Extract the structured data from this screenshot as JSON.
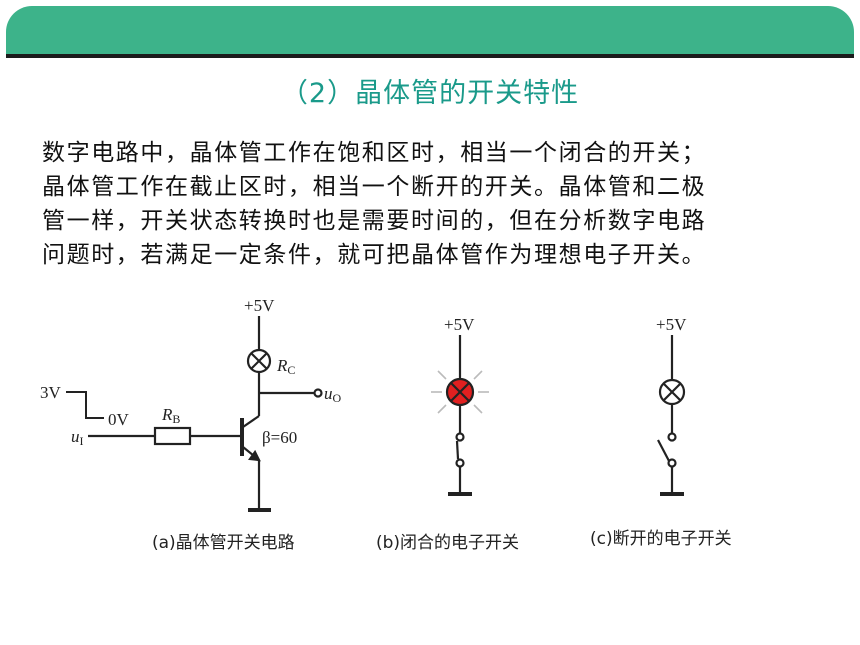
{
  "title": "（2）晶体管的开关特性",
  "paragraph_lines": [
    "数字电路中，晶体管工作在饱和区时，相当一个闭合的开关；",
    "晶体管工作在截止区时，相当一个断开的开关。晶体管和二极",
    "管一样，开关状态转换时也是需要时间的，但在分析数字电路",
    "问题时，若满足一定条件，就可把晶体管作为理想电子开关。"
  ],
  "figure_a": {
    "vcc": "+5V",
    "rc_main": "R",
    "rc_sub": "C",
    "output_main": "u",
    "output_sub": "O",
    "input_high": "3V",
    "input_low": "0V",
    "input_main": "u",
    "input_sub": "I",
    "rb_main": "R",
    "rb_sub": "B",
    "beta": "β=60",
    "caption": "(a)晶体管开关电路"
  },
  "figure_b": {
    "vcc": "+5V",
    "caption": "(b)闭合的电子开关"
  },
  "figure_c": {
    "vcc": "+5V",
    "caption": "(c)断开的电子开关"
  },
  "colors": {
    "banner": "#3db38a",
    "title": "#1a9a8a",
    "lamp_on": "#e02020"
  }
}
